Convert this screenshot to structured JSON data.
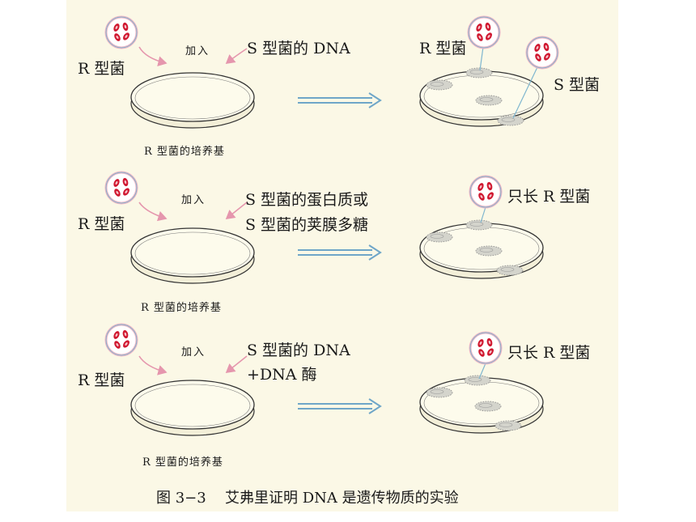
{
  "colors": {
    "background": "#fbf8e6",
    "bacteria": "#d01830",
    "bubble_fill": "#ffffff",
    "bubble_stroke": "#7fb6cf",
    "bubble_border": "#f2b3c3",
    "arrow": "#6fa6c8",
    "add_arrow": "#e596ad"
  },
  "rows": [
    {
      "r_label": "R 型菌",
      "add_label": "加入",
      "treatment": [
        "S 型菌的 DNA"
      ],
      "medium_label": "R 型菌的培养基",
      "result_labels": [
        "R 型菌",
        "S 型菌"
      ]
    },
    {
      "r_label": "R 型菌",
      "add_label": "加入",
      "treatment": [
        "S 型菌的蛋白质或",
        "S 型菌的荚膜多糖"
      ],
      "medium_label": "R 型菌的培养基",
      "result_labels": [
        "只长 R 型菌"
      ]
    },
    {
      "r_label": "R 型菌",
      "add_label": "加入",
      "treatment": [
        "S 型菌的 DNA",
        "+DNA 酶"
      ],
      "medium_label": "R 型菌的培养基",
      "result_labels": [
        "只长 R 型菌"
      ]
    }
  ],
  "caption": {
    "number": "图 3−3",
    "text": "艾弗里证明 DNA 是遗传物质的实验"
  }
}
